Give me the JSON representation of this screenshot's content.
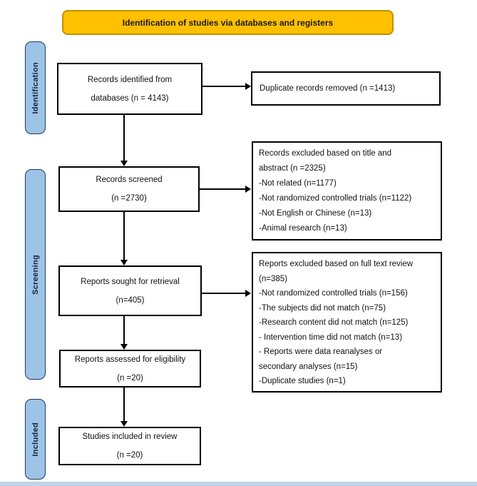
{
  "banner": {
    "label": "Identification of studies via databases and registers"
  },
  "stages": {
    "identification": "Identification",
    "screening": "Screening",
    "included": "Included"
  },
  "boxes": {
    "records_identified": {
      "line1": "Records identified from",
      "line2": "databases (n = 4143)"
    },
    "duplicates_removed": {
      "line1": "Duplicate records removed (n =1413)"
    },
    "records_screened": {
      "line1": "Records screened",
      "line2": "(n =2730)"
    },
    "records_excluded": {
      "lines": [
        "Records excluded based on title and",
        "abstract (n =2325)",
        "-Not related (n=1177)",
        "-Not randomized controlled trials (n=1122)",
        "-Not English or Chinese (n=13)",
        "-Animal research (n=13)"
      ]
    },
    "reports_sought": {
      "line1": "Reports sought for retrieval",
      "line2": "(n=405)"
    },
    "reports_excluded": {
      "lines": [
        "Reports excluded based on full text review",
        "(n=385)",
        "-Not randomized controlled trials (n=156)",
        "-The subjects did not match (n=75)",
        "-Research content did not match (n=125)",
        "- Intervention time did not match (n=13)",
        "- Reports were data reanalyses or",
        "secondary analyses (n=15)",
        "-Duplicate studies (n=1)"
      ]
    },
    "reports_assessed": {
      "line1": "Reports assessed for eligibility",
      "line2": "(n =20)"
    },
    "studies_included": {
      "line1": "Studies included in review",
      "line2": "(n =20)"
    }
  },
  "colors": {
    "banner_fill": "#FFC000",
    "banner_border": "#BF9000",
    "stage_fill": "#9DC3E6",
    "stage_border": "#1F3864",
    "box_border": "#000000",
    "footer_bar": "#BDD7EE"
  }
}
